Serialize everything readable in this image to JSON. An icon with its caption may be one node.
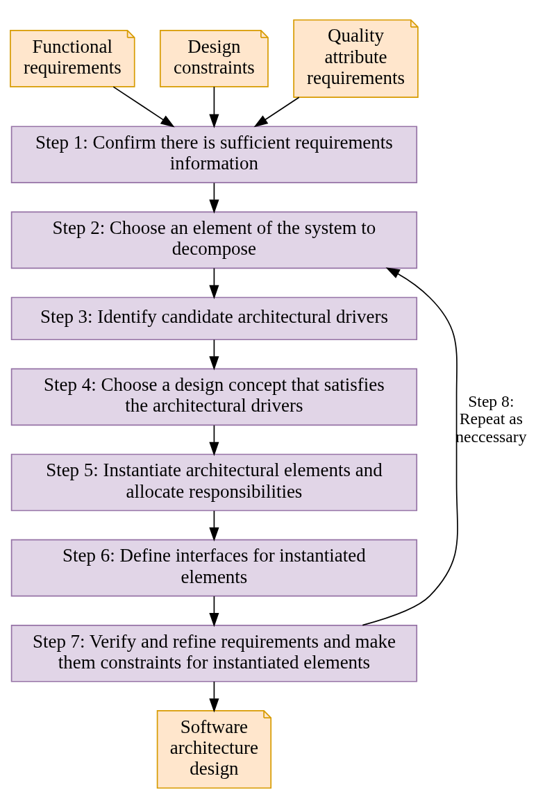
{
  "diagram": {
    "nodes": [
      {
        "text": [
          "Functional requirements"
        ]
      },
      {
        "text": [
          "Design constraints"
        ]
      },
      {
        "text": [
          "Quality attribute requirements"
        ]
      },
      {
        "text": [
          "Step 1: Confirm there is sufficient requirements information"
        ]
      },
      {
        "text": [
          "Step 2: Choose an element of the system to decompose"
        ]
      },
      {
        "text": [
          "Step 3: Identify candidate architectural drivers"
        ]
      },
      {
        "text": [
          "Step 4: Choose a design concept that satisfies the architectural drivers"
        ]
      },
      {
        "text": [
          "Step 5: Instantiate architectural elements and allocate responsibilities"
        ]
      },
      {
        "text": [
          "Step 6: Define interfaces for instantiated elements"
        ]
      },
      {
        "text": [
          "Step 7: Verify and refine requirements and make them constraints for instantiated elements"
        ]
      },
      {
        "text": [
          "Software architecture design"
        ]
      }
    ],
    "edges": [
      {
        "from": 0,
        "to": 3,
        "arrow": "to"
      },
      {
        "from": 1,
        "to": 3,
        "arrow": "to"
      },
      {
        "from": 2,
        "to": 3,
        "arrow": "to"
      },
      {
        "from": 3,
        "to": 4,
        "arrow": "to"
      },
      {
        "from": 4,
        "to": 5,
        "arrow": "to"
      },
      {
        "from": 5,
        "to": 6,
        "arrow": "to"
      },
      {
        "from": 6,
        "to": 7,
        "arrow": "to"
      },
      {
        "from": 7,
        "to": 8,
        "arrow": "to"
      },
      {
        "from": 8,
        "to": 9,
        "arrow": "to"
      },
      {
        "from": 9,
        "to": 4,
        "arrow": "to",
        "label": "Step 8: Repeat as neccessary"
      },
      {
        "from": 9,
        "to": 10,
        "arrow": "to"
      }
    ]
  }
}
